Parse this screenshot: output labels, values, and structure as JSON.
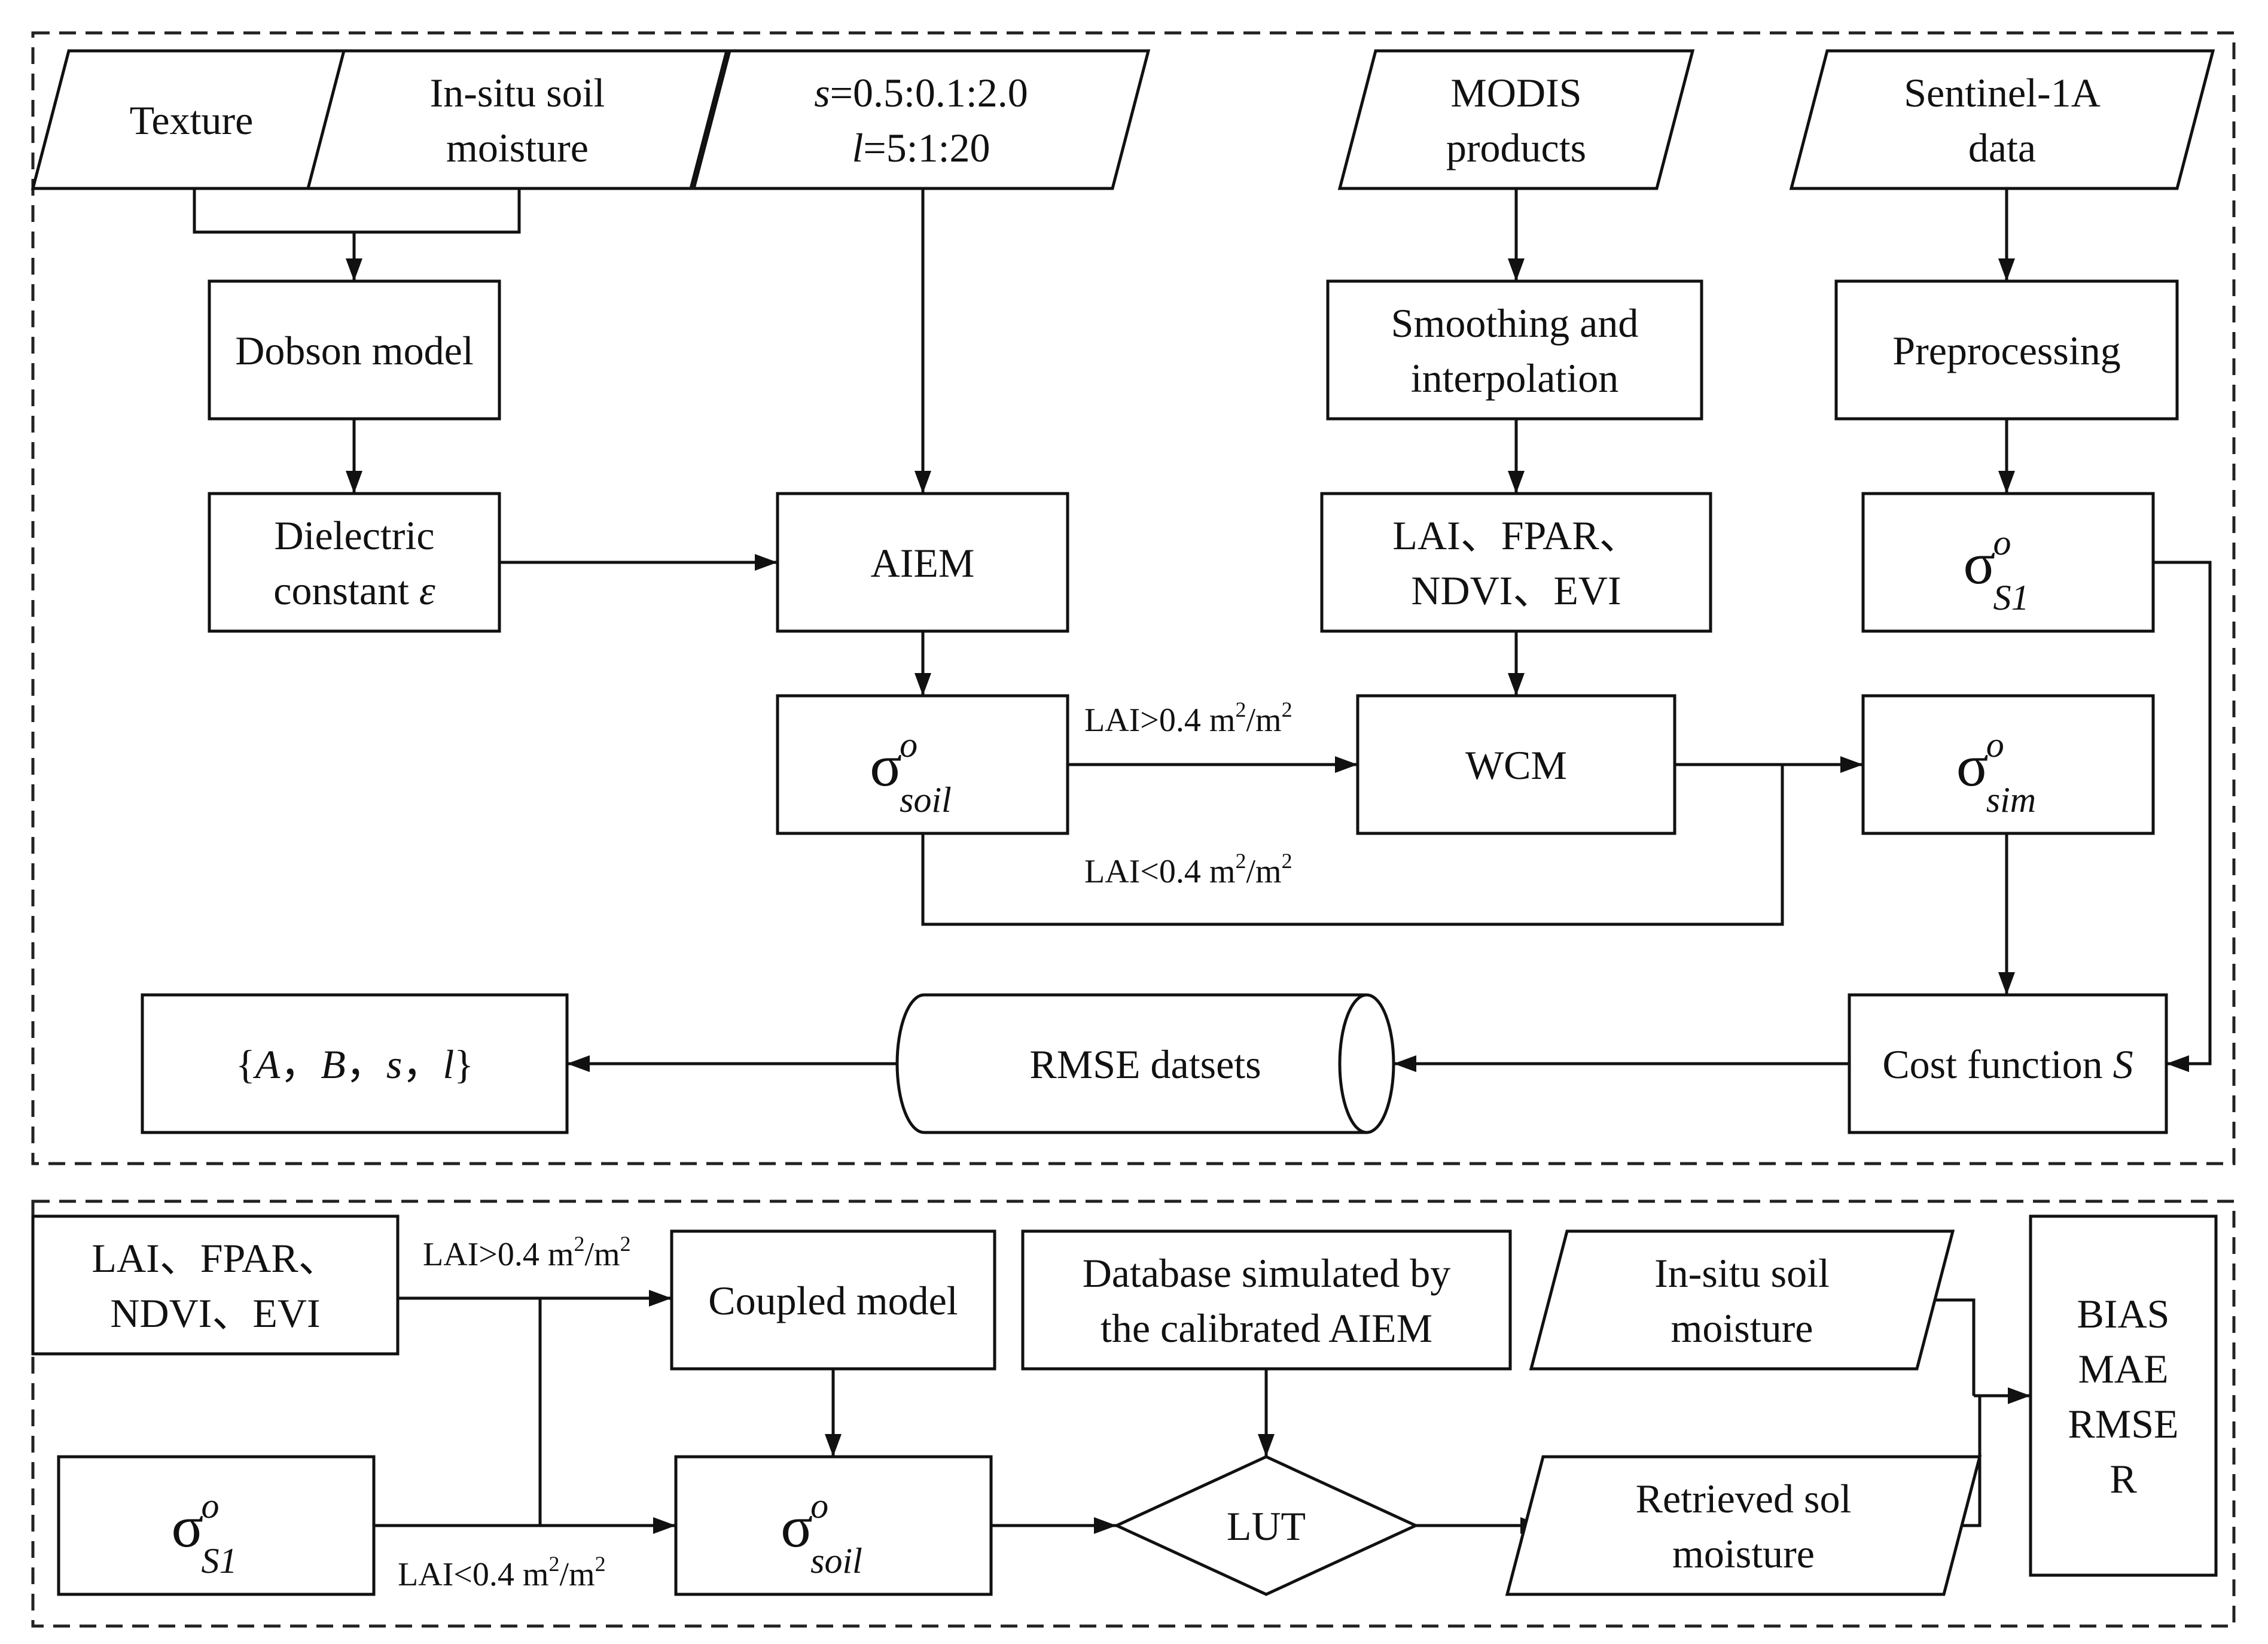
{
  "nodes": {
    "texture": {
      "lines": [
        "Texture"
      ]
    },
    "insitu_top": {
      "lines": [
        "In-situ soil",
        "moisture"
      ]
    },
    "params": {
      "rich": [
        [
          {
            "t": "s",
            "i": true
          },
          {
            "t": "=0.5:0.1:2.0"
          }
        ],
        [
          {
            "t": "l",
            "i": true
          },
          {
            "t": "=5:1:20"
          }
        ]
      ]
    },
    "modis": {
      "lines": [
        "MODIS",
        "products"
      ]
    },
    "sentinel": {
      "lines": [
        "Sentinel-1A",
        "data"
      ]
    },
    "dobson": {
      "lines": [
        "Dobson model"
      ]
    },
    "smoothing": {
      "lines": [
        "Smoothing and",
        "interpolation"
      ]
    },
    "preproc": {
      "lines": [
        "Preprocessing"
      ]
    },
    "dielectric": {
      "rich": [
        [
          {
            "t": "Dielectric"
          }
        ],
        [
          {
            "t": "constant "
          },
          {
            "t": "ε",
            "i": true
          }
        ]
      ]
    },
    "aiem": {
      "lines": [
        "AIEM"
      ]
    },
    "veg_top": {
      "lines": [
        "LAI、FPAR、",
        "NDVI、EVI"
      ]
    },
    "sig_s1_top": {
      "sigma": {
        "base": "σ",
        "sup": "o",
        "sub": "S1"
      }
    },
    "sig_soil_top": {
      "sigma": {
        "base": "σ",
        "sup": "o",
        "sub": "soil"
      }
    },
    "wcm": {
      "lines": [
        "WCM"
      ]
    },
    "sig_sim": {
      "sigma": {
        "base": "σ",
        "sup": "o",
        "sub": "sim"
      }
    },
    "params_out": {
      "rich": [
        [
          {
            "t": "{"
          },
          {
            "t": "A",
            "i": true
          },
          {
            "t": "，"
          },
          {
            "t": "B",
            "i": true
          },
          {
            "t": "，"
          },
          {
            "t": "s",
            "i": true
          },
          {
            "t": "，"
          },
          {
            "t": "l",
            "i": true
          },
          {
            "t": "}"
          }
        ]
      ]
    },
    "rmse": {
      "lines": [
        "RMSE datsets"
      ]
    },
    "cost": {
      "rich": [
        [
          {
            "t": "Cost function "
          },
          {
            "t": "S",
            "i": true
          }
        ]
      ]
    },
    "veg_bot": {
      "lines": [
        "LAI、FPAR、",
        "NDVI、EVI"
      ]
    },
    "coupled": {
      "lines": [
        "Coupled model"
      ]
    },
    "database": {
      "lines": [
        "Database simulated by",
        "the calibrated AIEM"
      ]
    },
    "insitu_bot": {
      "lines": [
        "In-situ soil",
        "moisture"
      ]
    },
    "metrics": {
      "lines": [
        "BIAS",
        "MAE",
        "RMSE",
        "R"
      ]
    },
    "sig_s1_bot": {
      "sigma": {
        "base": "σ",
        "sup": "o",
        "sub": "S1"
      }
    },
    "sig_soil_bot": {
      "sigma": {
        "base": "σ",
        "sup": "o",
        "sub": "soil"
      }
    },
    "lut": {
      "lines": [
        "LUT"
      ]
    },
    "retrieved": {
      "lines": [
        "Retrieved sol",
        "moisture"
      ]
    }
  },
  "edge_labels": {
    "lai_gt_top": {
      "text": "LAI>0.4 m",
      "sup": "2",
      "mid": "/m",
      "sup2": "2"
    },
    "lai_lt_top": {
      "text": "LAI<0.4 m",
      "sup": "2",
      "mid": "/m",
      "sup2": "2"
    },
    "lai_gt_bot": {
      "text": "LAI>0.4 m",
      "sup": "2",
      "mid": "/m",
      "sup2": "2"
    },
    "lai_lt_bot": {
      "text": "LAI<0.4 m",
      "sup": "2",
      "mid": "/m",
      "sup2": "2"
    }
  }
}
